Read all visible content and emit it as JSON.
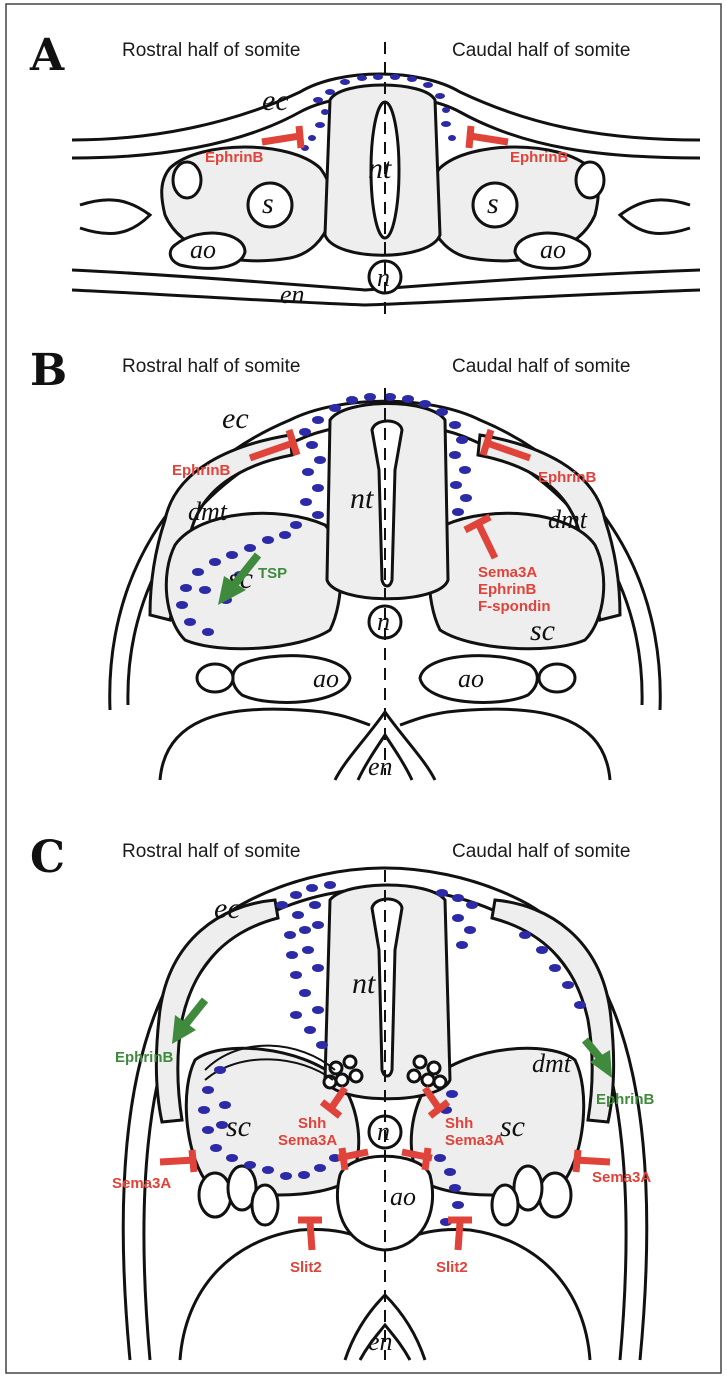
{
  "panels": [
    {
      "letter": "A",
      "rostral_label": "Rostral half of somite",
      "caudal_label": "Caudal half of somite",
      "tissues": {
        "ec": "ec",
        "nt": "nt",
        "s_left": "s",
        "s_right": "s",
        "ao_left": "ao",
        "ao_right": "ao",
        "n": "n",
        "en": "en"
      },
      "signals": {
        "left": "EphrinB",
        "right": "EphrinB"
      }
    },
    {
      "letter": "B",
      "rostral_label": "Rostral half of somite",
      "caudal_label": "Caudal half of somite",
      "tissues": {
        "ec": "ec",
        "nt": "nt",
        "dmt_left": "dmt",
        "dmt_right": "dmt",
        "sc_left": "sc",
        "sc_right": "sc",
        "n": "n",
        "ao_left": "ao",
        "ao_right": "ao",
        "en": "en"
      },
      "signals": {
        "left": "EphrinB",
        "right": "EphrinB",
        "guidance": "TSP",
        "repulsive": [
          "Sema3A",
          "EphrinB",
          "F-spondin"
        ]
      }
    },
    {
      "letter": "C",
      "rostral_label": "Rostral half of somite",
      "caudal_label": "Caudal half of somite",
      "tissues": {
        "ec": "ec",
        "nt": "nt",
        "dmt": "dmt",
        "sc_left": "sc",
        "sc_right": "sc",
        "n": "n",
        "ao": "ao",
        "en": "en"
      },
      "signals": {
        "ephrin_left": "EphrinB",
        "ephrin_right": "EphrinB",
        "shh_left": [
          "Shh",
          "Sema3A"
        ],
        "shh_right": [
          "Shh",
          "Sema3A"
        ],
        "sema_left": "Sema3A",
        "sema_right": "Sema3A",
        "slit_left": "Slit2",
        "slit_right": "Slit2"
      }
    }
  ],
  "colors": {
    "repulsive": "#e0433a",
    "attractive": "#3f8a3c",
    "neural_crest": "#2c2aa6",
    "tissue_fill": "#eeeeef"
  }
}
